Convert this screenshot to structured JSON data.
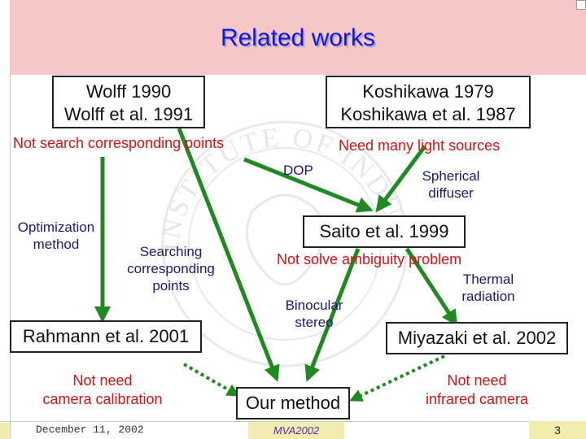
{
  "slide": {
    "title": "Related works",
    "boxes": {
      "wolff_line1": "Wolff 1990",
      "wolff_line2": "Wolff et al. 1991",
      "koshikawa_line1": "Koshikawa 1979",
      "koshikawa_line2": "Koshikawa et al. 1987",
      "saito": "Saito et al. 1999",
      "rahmann": "Rahmann et al. 2001",
      "miyazaki": "Miyazaki et al. 2002",
      "our_method": "Our method"
    },
    "notes": {
      "not_search": "Not search corresponding points",
      "need_light": "Need many light sources",
      "not_solve": "Not solve ambiguity problem",
      "not_need_camera_line1": "Not need",
      "not_need_camera_line2": "camera calibration",
      "not_need_infrared_line1": "Not need",
      "not_need_infrared_line2": "infrared camera"
    },
    "labels": {
      "dop": "DOP",
      "spherical_line1": "Spherical",
      "spherical_line2": "diffuser",
      "optimization_line1": "Optimization",
      "optimization_line2": "method",
      "searching_line1": "Searching",
      "searching_line2": "corresponding",
      "searching_line3": "points",
      "thermal_line1": "Thermal",
      "thermal_line2": "radiation",
      "binocular_line1": "Binocular",
      "binocular_line2": "stereo"
    },
    "colors": {
      "arrow": "#1f8a1f",
      "title": "#1414d8",
      "note": "#dd1010",
      "label": "#1a1a7a",
      "title_band": "#f7c7c7"
    },
    "watermark_text": "INSTITUTE OF INDUSTRIAL SCIENCE · UNIVERSITY OF TOKYO"
  },
  "footer": {
    "date": "December 11, 2002",
    "conference": "MVA2002",
    "page": "3"
  }
}
